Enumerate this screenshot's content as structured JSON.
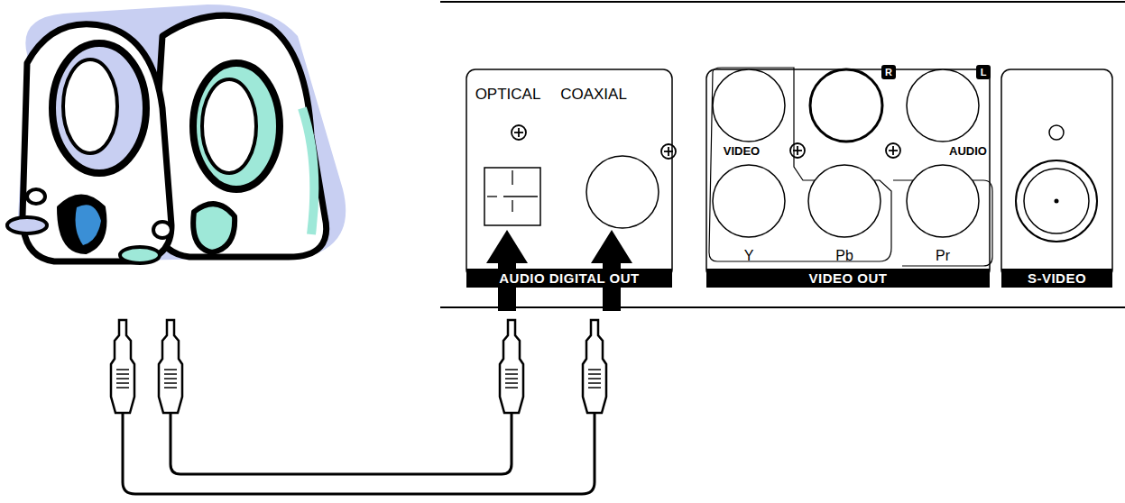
{
  "diagram": {
    "nodes": [
      {
        "text": [
          "AUDIO DIGITAL OUT"
        ]
      },
      {
        "text": [
          "VIDEO OUT"
        ]
      },
      {
        "text": [
          "S-VIDEO"
        ]
      },
      {
        "text": [
          "R"
        ]
      },
      {
        "text": [
          "L"
        ]
      }
    ],
    "labels": [
      "OPTICAL",
      "COAXIAL",
      "VIDEO",
      "AUDIO",
      "Y",
      "Pb",
      "Pr"
    ]
  }
}
